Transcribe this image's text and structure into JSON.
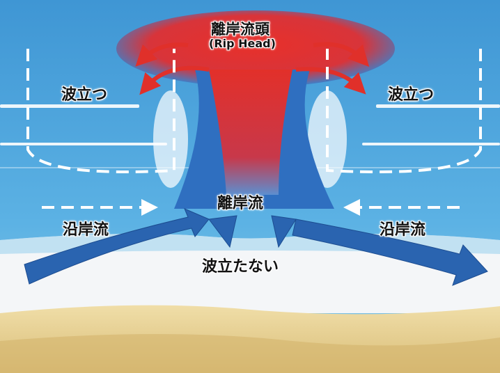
{
  "labels": {
    "rip_head": "離岸流頭",
    "rip_head_en": "(Rip Head)",
    "waves_left": "波立つ",
    "waves_right": "波立つ",
    "longshore_left": "沿岸流",
    "longshore_right": "沿岸流",
    "rip_current": "離岸流",
    "no_waves": "波立たない"
  },
  "colors": {
    "sea": "#4a9fd8",
    "rip_red": "#e0302a",
    "current_blue": "#2a64b0",
    "sand": "#e6cf90",
    "foam": "#f4f6f8"
  }
}
